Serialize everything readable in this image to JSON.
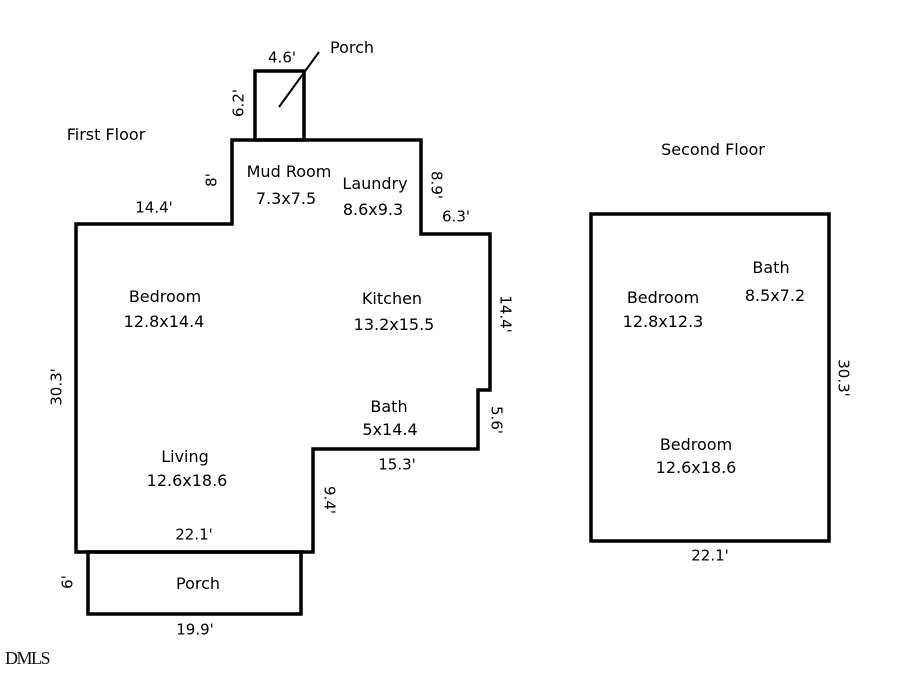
{
  "watermark": "DMLS",
  "first_floor": {
    "title": "First Floor",
    "entry_porch": {
      "label": "Porch",
      "width": "4.6'",
      "depth": "6.2'"
    },
    "rooms": {
      "mud_room": {
        "name": "Mud Room",
        "dims": "7.3x7.5"
      },
      "laundry": {
        "name": "Laundry",
        "dims": "8.6x9.3"
      },
      "bedroom": {
        "name": "Bedroom",
        "dims": "12.8x14.4"
      },
      "kitchen": {
        "name": "Kitchen",
        "dims": "13.2x15.5"
      },
      "bath": {
        "name": "Bath",
        "dims": "5x14.4"
      },
      "living": {
        "name": "Living",
        "dims": "12.6x18.6"
      },
      "porch": {
        "name": "Porch"
      }
    },
    "dims": {
      "top_left_width": "14.4'",
      "mudroom_step_height": "8'",
      "laundry_right_height": "8.9'",
      "kitchen_step_width": "6.3'",
      "kitchen_right_height": "14.4'",
      "left_height": "30.3'",
      "bath_right_height": "5.6'",
      "bath_bottom_width": "15.3'",
      "living_right_height": "9.4'",
      "bottom_width": "22.1'",
      "porch_width": "19.9'",
      "porch_depth": "6'"
    }
  },
  "second_floor": {
    "title": "Second Floor",
    "rooms": {
      "bedroom_upper": {
        "name": "Bedroom",
        "dims": "12.8x12.3"
      },
      "bath": {
        "name": "Bath",
        "dims": "8.5x7.2"
      },
      "bedroom_lower": {
        "name": "Bedroom",
        "dims": "12.6x18.6"
      }
    },
    "dims": {
      "right_height": "30.3'",
      "bottom_width": "22.1'"
    }
  }
}
